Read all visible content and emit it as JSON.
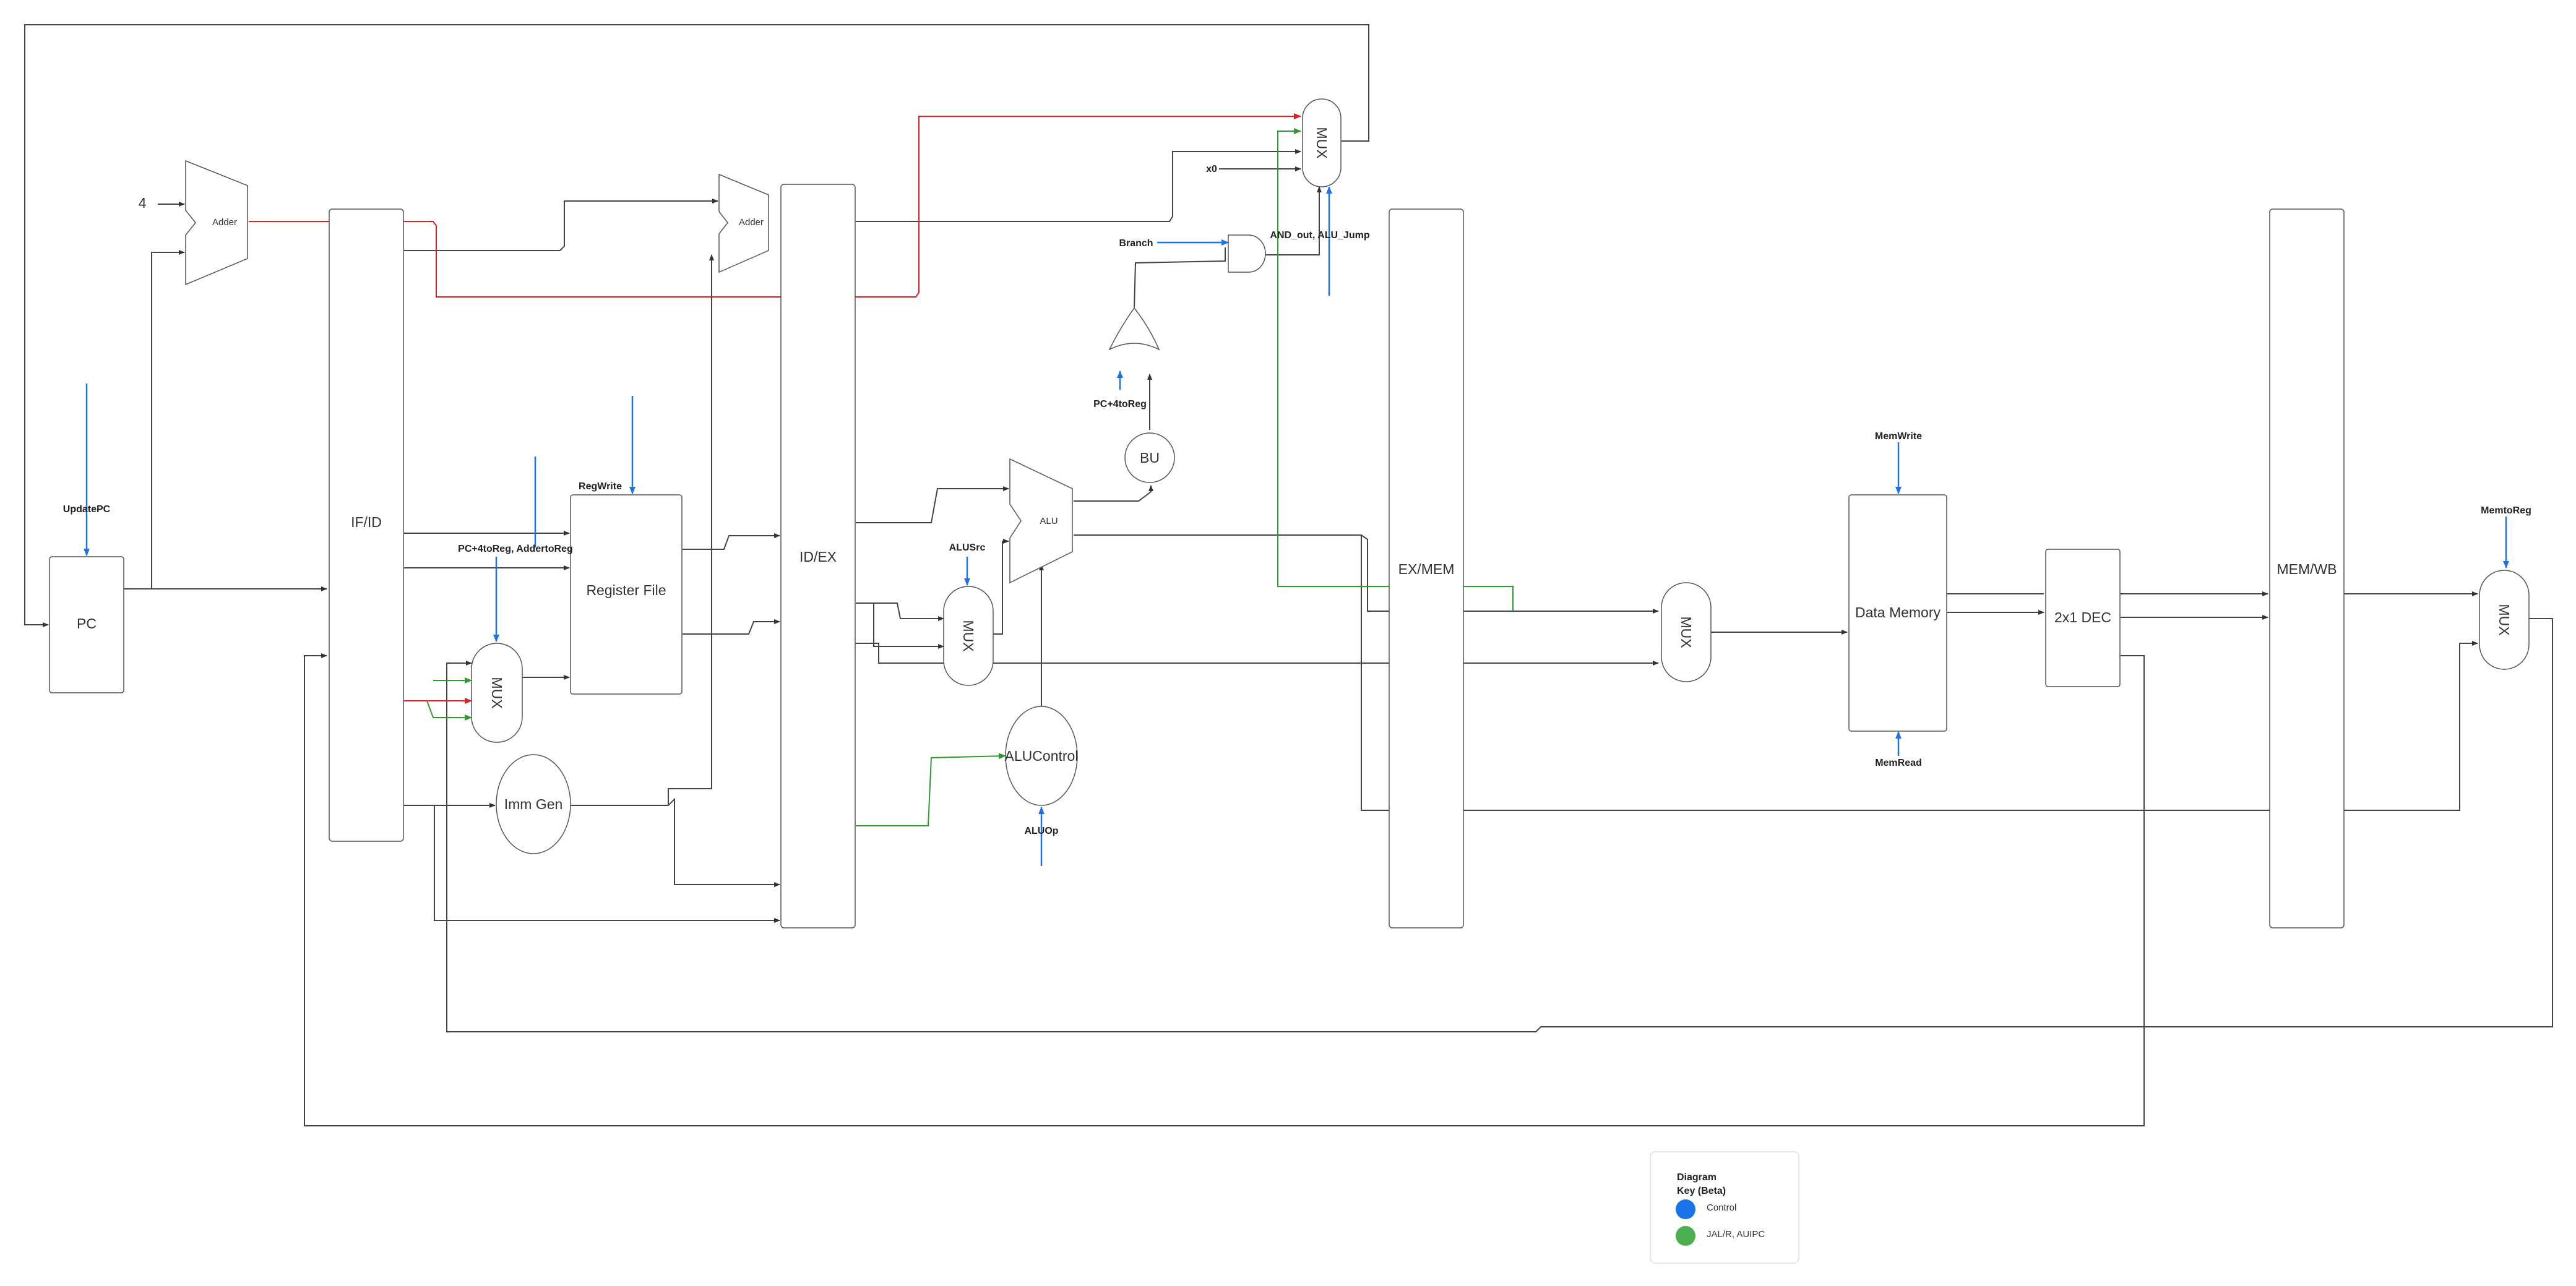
{
  "blocks": {
    "pc": "PC",
    "if_id": "IF/ID",
    "id_ex": "ID/EX",
    "ex_mem": "EX/MEM",
    "mem_wb": "MEM/WB",
    "register_file": "Register File",
    "imm_gen": "Imm Gen",
    "alu": "ALU",
    "alu_control": "ALUControl",
    "bu": "BU",
    "data_memory": "Data Memory",
    "dec": "2x1 DEC",
    "adder": "Adder",
    "mux": "MUX"
  },
  "inputs": {
    "four": "4",
    "x0": "x0"
  },
  "signals": {
    "update_pc": "UpdatePC",
    "reg_write": "RegWrite",
    "pc4_adder_to_reg": "PC+4toReg, AddertoReg",
    "alu_src": "ALUSrc",
    "alu_op": "ALUOp",
    "branch": "Branch",
    "and_out_jump": "AND_out, ALU_Jump",
    "pc4_to_reg": "PC+4toReg",
    "mem_write": "MemWrite",
    "mem_read": "MemRead",
    "mem_to_reg": "MemtoReg"
  },
  "key": {
    "title_line1": "Diagram",
    "title_line2": "Key (Beta)",
    "items": [
      {
        "label": "Control",
        "color": "#1a73e8"
      },
      {
        "label": "JAL/R, AUIPC",
        "color": "#4caf50"
      }
    ]
  },
  "colors": {
    "control": "#1a73e8",
    "jal": "#2e9a2e",
    "red": "#e02020",
    "wire": "#444444"
  }
}
